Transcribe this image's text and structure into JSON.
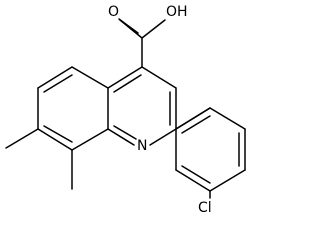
{
  "molecule": {
    "atom_labels": {
      "hydroxyl": "OH",
      "carbonyl_oxygen": "O",
      "ring_nitrogen": "N",
      "chlorine": "Cl"
    }
  }
}
